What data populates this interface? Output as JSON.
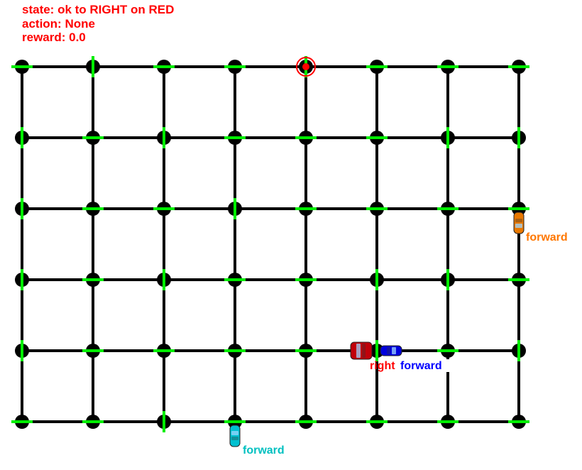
{
  "hud": {
    "state_line": "state: ok to RIGHT on RED",
    "action_line": "action: None",
    "reward_line": "reward: 0.0"
  },
  "grid": {
    "columns": 8,
    "rows": 6
  },
  "colors": {
    "road": "#000000",
    "intersection_node": "#000000",
    "light_green": "#00ee00",
    "hud_text": "#ff0000",
    "goal": "#ff0000"
  },
  "intersections": [
    [
      "h",
      "v",
      "h",
      "h",
      "v",
      "h",
      "h",
      "h"
    ],
    [
      "v",
      "h",
      "v",
      "h",
      "h",
      "h",
      "v",
      "v"
    ],
    [
      "v",
      "h",
      "h",
      "v",
      "h",
      "h",
      "h",
      "h"
    ],
    [
      "v",
      "h",
      "v",
      "h",
      "h",
      "v",
      "v",
      "h"
    ],
    [
      "v",
      "h",
      "h",
      "h",
      "h",
      "v",
      "h",
      "v"
    ],
    [
      "h",
      "h",
      "v",
      "h",
      "h",
      "h",
      "h",
      "h"
    ]
  ],
  "goal": {
    "col": 4,
    "row": 0,
    "icon": "target-icon"
  },
  "cars": [
    {
      "id": "agent",
      "color": "#c0000a",
      "label": "right",
      "label_color": "#ff0000",
      "col": 4.78,
      "row": 4.0,
      "heading": "east",
      "icon": "car-icon"
    },
    {
      "id": "blue",
      "color": "#0000dd",
      "label": "forward",
      "label_color": "#0000ff",
      "col": 5.2,
      "row": 4.0,
      "heading": "west",
      "icon": "car-icon"
    },
    {
      "id": "orange",
      "color": "#e87800",
      "label": "forward",
      "label_color": "#ff7700",
      "col": 7.0,
      "row": 2.2,
      "heading": "north",
      "icon": "car-icon"
    },
    {
      "id": "cyan",
      "color": "#00c0d0",
      "label": "forward",
      "label_color": "#00c0c0",
      "col": 3.0,
      "row": 5.2,
      "heading": "south",
      "icon": "car-icon"
    }
  ]
}
